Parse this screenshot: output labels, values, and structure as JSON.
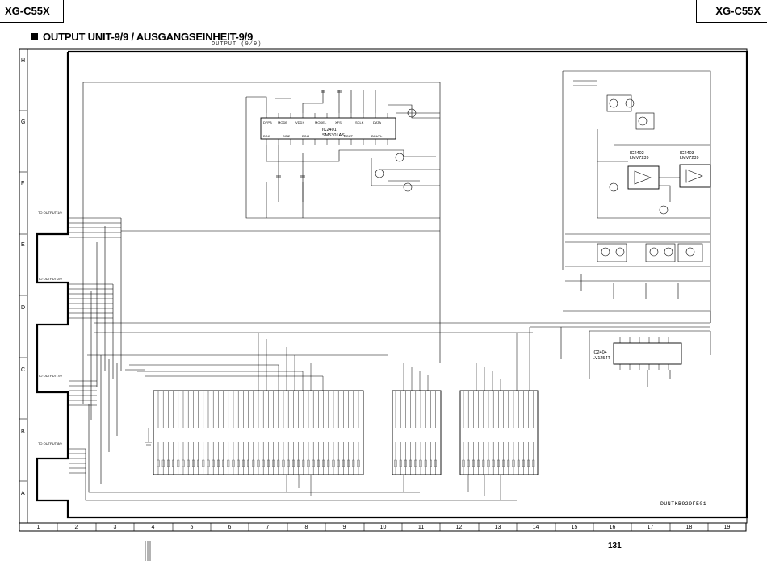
{
  "header": {
    "model_left": "XG-C55X",
    "model_right": "XG-C55X"
  },
  "title": "OUTPUT UNIT-9/9 / AUSGANGSEINHEIT-9/9",
  "subtitle": "OUTPUT (9/9)",
  "frame_label": "DUNTKB929FE01",
  "page_number": "131",
  "grid": {
    "rows": [
      "H",
      "G",
      "F",
      "E",
      "D",
      "C",
      "B",
      "A"
    ],
    "columns": [
      "1",
      "2",
      "3",
      "4",
      "5",
      "6",
      "7",
      "8",
      "9",
      "10",
      "11",
      "12",
      "13",
      "14",
      "15",
      "16",
      "17",
      "18",
      "19"
    ]
  },
  "ics": [
    {
      "ref": "IC2401",
      "part": "SM5301AS"
    },
    {
      "ref": "IC2402",
      "part": "LMV7239"
    },
    {
      "ref": "IC2403",
      "part": "LMV7239"
    },
    {
      "ref": "IC2404",
      "part": "LV1254T"
    }
  ],
  "connectors": [
    {
      "label": "TO OUTPUT 1/9"
    },
    {
      "label": "TO OUTPUT 2/9"
    },
    {
      "label": "TO OUTPUT 7/9"
    },
    {
      "label": "TO OUTPUT 8/9"
    }
  ]
}
